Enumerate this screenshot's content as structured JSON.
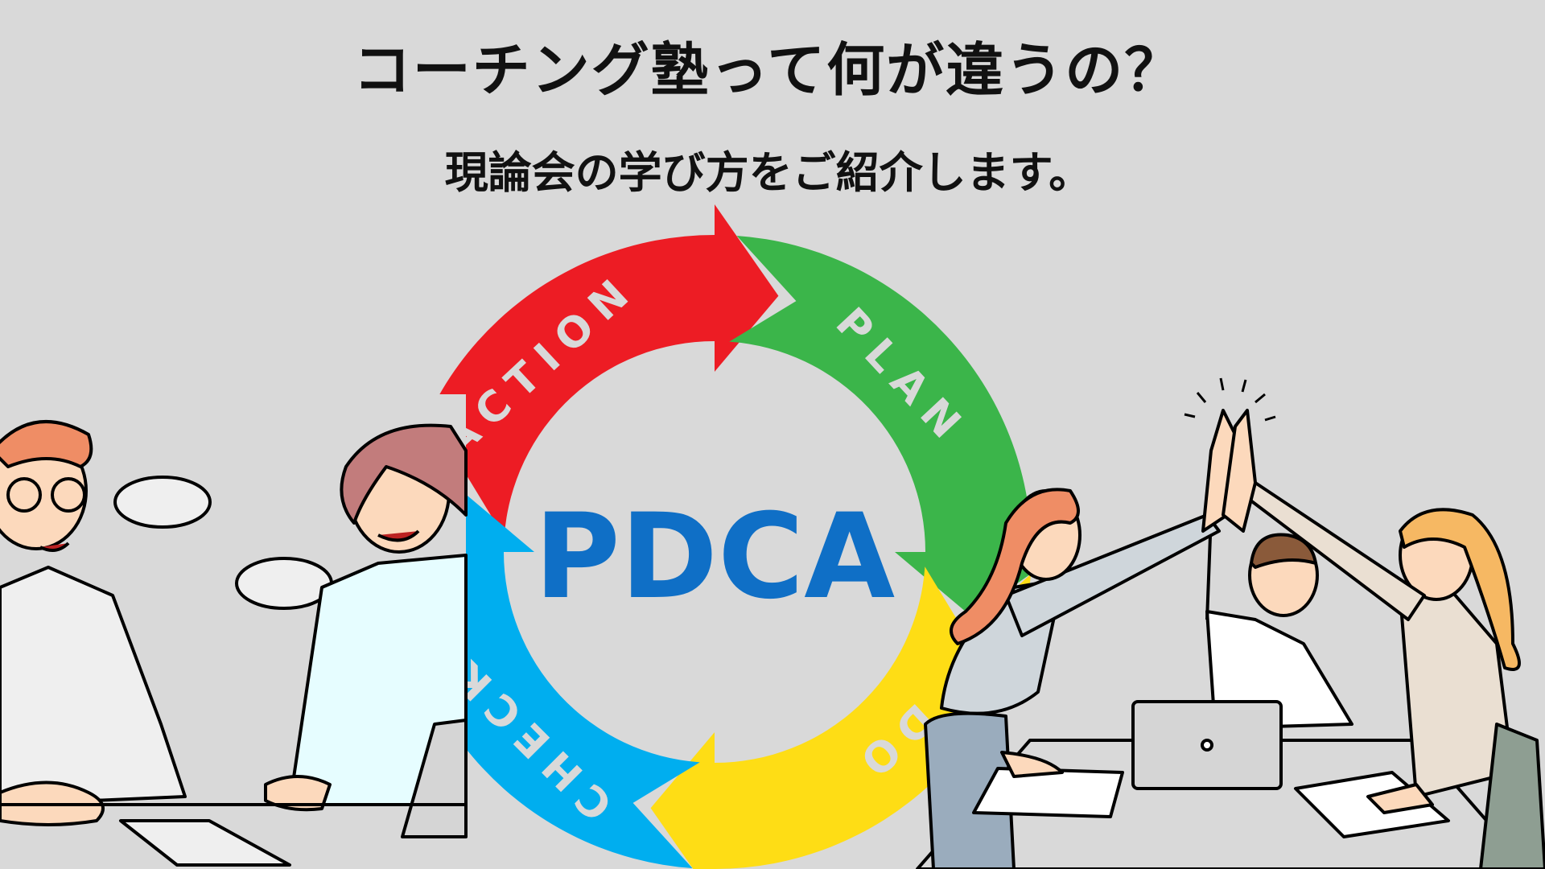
{
  "header": {
    "title": "コーチング塾って何が違うの？",
    "subtitle": "現論会の学び方をご紹介します。"
  },
  "cycle": {
    "center_label": "PDCA",
    "segments": [
      {
        "label": "ACTION",
        "color": "#ED1C24"
      },
      {
        "label": "PLAN",
        "color": "#3BB54A"
      },
      {
        "label": "DO",
        "color": "#FEDD15"
      },
      {
        "label": "CHECK",
        "color": "#00AEEF"
      }
    ],
    "center_color": "#0F6FC6",
    "label_color": "#D9D9D9"
  },
  "illustrations": {
    "left": "two-people-talking",
    "right": "team-high-five"
  },
  "colors": {
    "background": "#D9D9D9"
  }
}
